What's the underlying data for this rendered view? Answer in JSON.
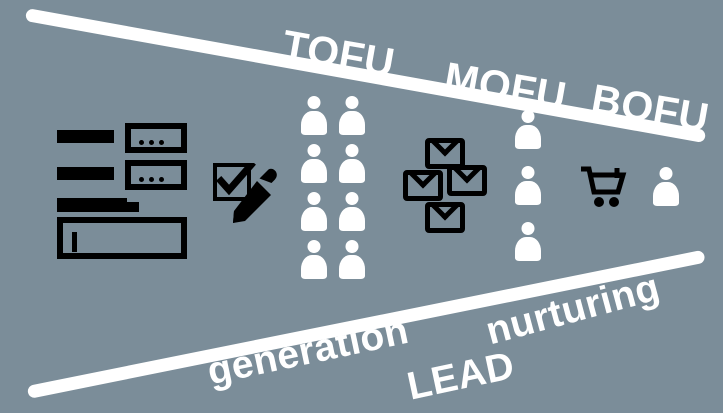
{
  "diagram": {
    "title": "Marketing funnel: lead generation and nurturing",
    "background_color": "#7b8d99",
    "line_color": "#ffffff",
    "icon_dark_color": "#000000",
    "icon_light_color": "#ffffff"
  },
  "funnel": {
    "top_line_label": "top-funnel-boundary",
    "bottom_line_label": "bottom-funnel-boundary"
  },
  "stage_labels": {
    "tofu": "TOFU",
    "mofu": "MOFU",
    "bofu": "BOFU"
  },
  "process_labels": {
    "generation": "generation",
    "lead": "LEAD",
    "nurturing": "nurturing"
  },
  "icons": {
    "form": "form-icon",
    "checkbox_pencil": "checkbox-pencil-icon",
    "people_grid": "people-group-icon",
    "envelopes": "email-cluster-icon",
    "people_column": "people-column-icon",
    "cart": "shopping-cart-icon",
    "person_final": "converted-customer-icon"
  },
  "counts": {
    "people_grid": 8,
    "envelopes": 4,
    "people_column": 3,
    "person_final": 1
  }
}
